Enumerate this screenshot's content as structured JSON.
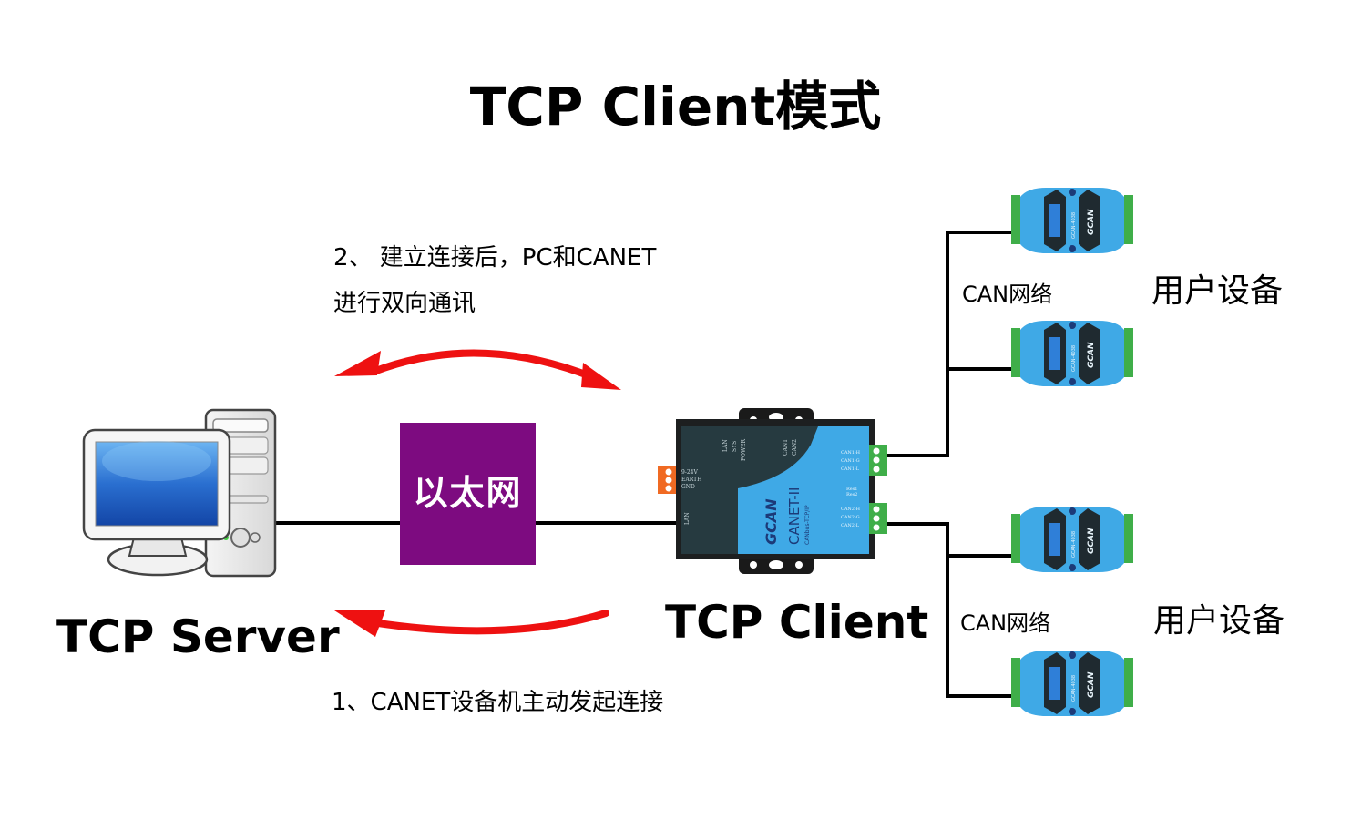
{
  "title": "TCP Client模式",
  "server": {
    "label": "TCP Server",
    "icon": "desktop-computer-icon"
  },
  "ethernet": {
    "label": "以太网",
    "color": "#7d0b80"
  },
  "client": {
    "label": "TCP Client",
    "device": {
      "brand": "GCAN",
      "model": "CANET-II",
      "subtitle": "CANbus-TCP/IP",
      "power_labels": [
        "9-24V",
        "EARTH",
        "GND"
      ],
      "lan_port_label": "LAN",
      "indicator_labels": [
        "LAN",
        "SYS",
        "POWER",
        "CAN1",
        "CAN2"
      ],
      "can1_labels": [
        "CAN1-H",
        "CAN1-G",
        "CAN1-L"
      ],
      "res_labels": [
        "Res1",
        "Res2"
      ],
      "can2_labels": [
        "CAN2-H",
        "CAN2-G",
        "CAN2-L"
      ]
    }
  },
  "notes": {
    "step2_line1": "2、 建立连接后，PC和CANET",
    "step2_line2": "进行双向通讯",
    "step1": "1、CANET设备机主动发起连接"
  },
  "can_networks": [
    {
      "label": "CAN网络",
      "user_label": "用户设备",
      "devices": [
        "GCAN-4038",
        "GCAN-4038"
      ]
    },
    {
      "label": "CAN网络",
      "user_label": "用户设备",
      "devices": [
        "GCAN-4038",
        "GCAN-4038"
      ]
    }
  ],
  "colors": {
    "arrow": "#ee1111",
    "device_blue": "#3fa9e6",
    "device_dark": "#263a40",
    "terminal_green": "#3fae49",
    "terminal_orange": "#f06a23"
  }
}
